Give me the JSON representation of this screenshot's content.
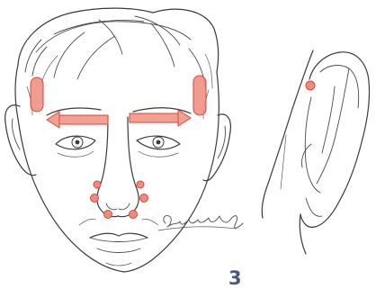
{
  "figure": {
    "label": "3",
    "signature": "Carpenter",
    "label_color": "#4a5a7a"
  },
  "colors": {
    "marker_fill": "#ef8b7c",
    "marker_stroke": "#d24a3a",
    "arrow_fill": "#f3a092",
    "ink": "#3a3a3a"
  },
  "icons": {
    "face": "face-outline-drawing",
    "ear": "ear-outline-drawing",
    "temple_marker": "temple-zone-marker",
    "brow_arrow": "brow-direction-arrow",
    "point": "treatment-point-dot"
  }
}
